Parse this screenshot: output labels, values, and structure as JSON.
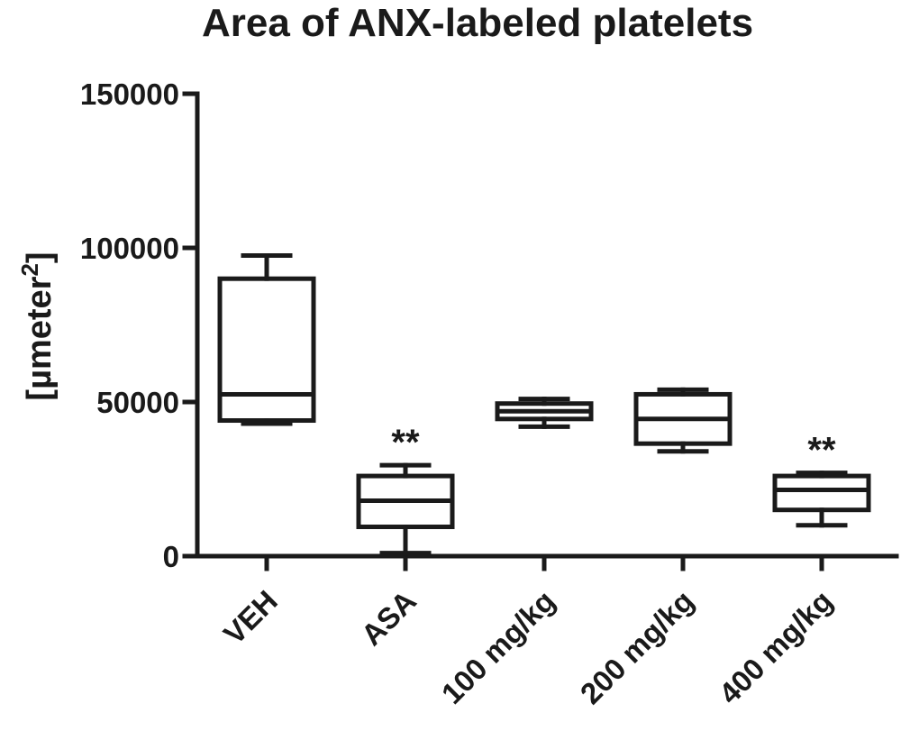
{
  "chart_data": {
    "type": "box",
    "title": "Area of ANX-labeled platelets",
    "ylabel_prefix": "[µmeter",
    "ylabel_sup": "2",
    "ylabel_suffix": "]",
    "xlabel": "",
    "ylim": [
      0,
      150000
    ],
    "yticks": [
      0,
      50000,
      100000,
      150000
    ],
    "ytick_labels": [
      "0",
      "50000",
      "100000",
      "150000"
    ],
    "categories": [
      "VEH",
      "ASA",
      "100 mg/kg",
      "200 mg/kg",
      "400 mg/kg"
    ],
    "boxes": [
      {
        "category": "VEH",
        "min": 43000,
        "q1": 44000,
        "median": 52500,
        "q3": 90000,
        "max": 97500,
        "annotation": ""
      },
      {
        "category": "ASA",
        "min": 1000,
        "q1": 9500,
        "median": 18000,
        "q3": 26000,
        "max": 29500,
        "annotation": "**"
      },
      {
        "category": "100 mg/kg",
        "min": 42000,
        "q1": 44500,
        "median": 47000,
        "q3": 49500,
        "max": 51000,
        "annotation": ""
      },
      {
        "category": "200 mg/kg",
        "min": 34000,
        "q1": 36500,
        "median": 44500,
        "q3": 52500,
        "max": 54000,
        "annotation": ""
      },
      {
        "category": "400 mg/kg",
        "min": 10000,
        "q1": 15000,
        "median": 21500,
        "q3": 26000,
        "max": 27000,
        "annotation": "**"
      }
    ],
    "color": "#1a1a1a",
    "grid": false
  }
}
